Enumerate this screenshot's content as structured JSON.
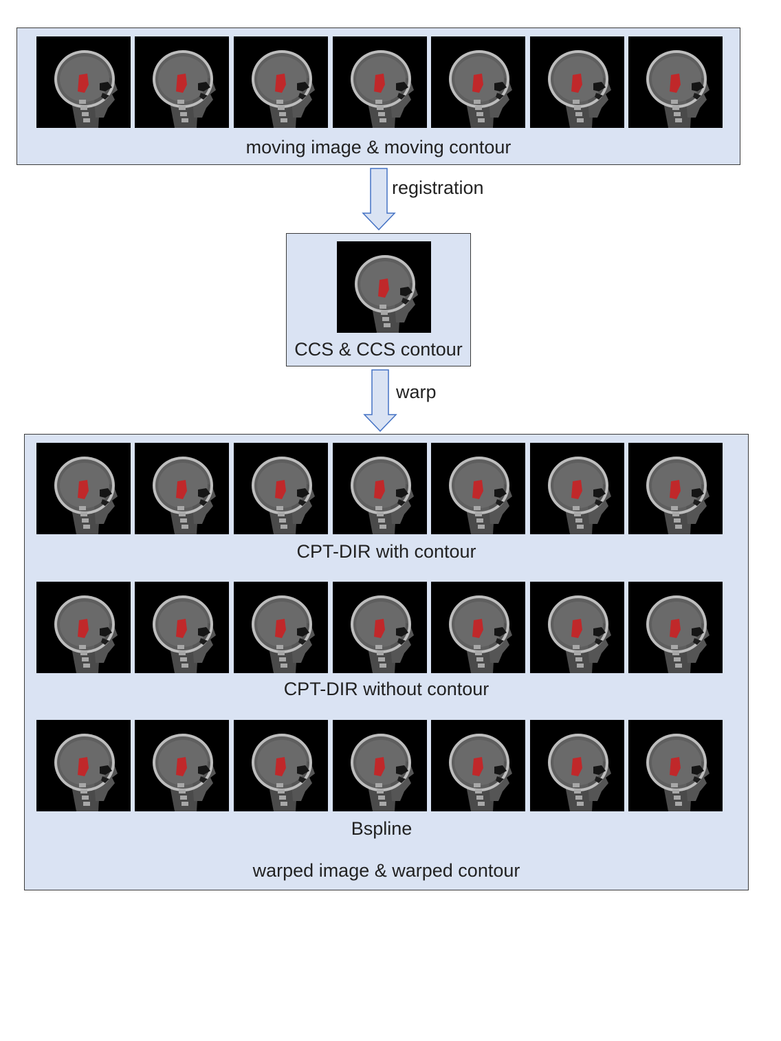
{
  "moving": {
    "label": "moving image & moving contour",
    "count": 7
  },
  "registration": {
    "label": "registration"
  },
  "ccs": {
    "label": "CCS & CCS contour"
  },
  "warp": {
    "label": "warp"
  },
  "warped": {
    "rows": [
      {
        "label": "CPT-DIR with contour"
      },
      {
        "label": "CPT-DIR without contour"
      },
      {
        "label": "Bspline"
      }
    ],
    "footer": "warped image & warped contour"
  },
  "colors": {
    "panel": "#dae3f3",
    "arrow": "#4472c4",
    "contour": "#c0282a"
  }
}
